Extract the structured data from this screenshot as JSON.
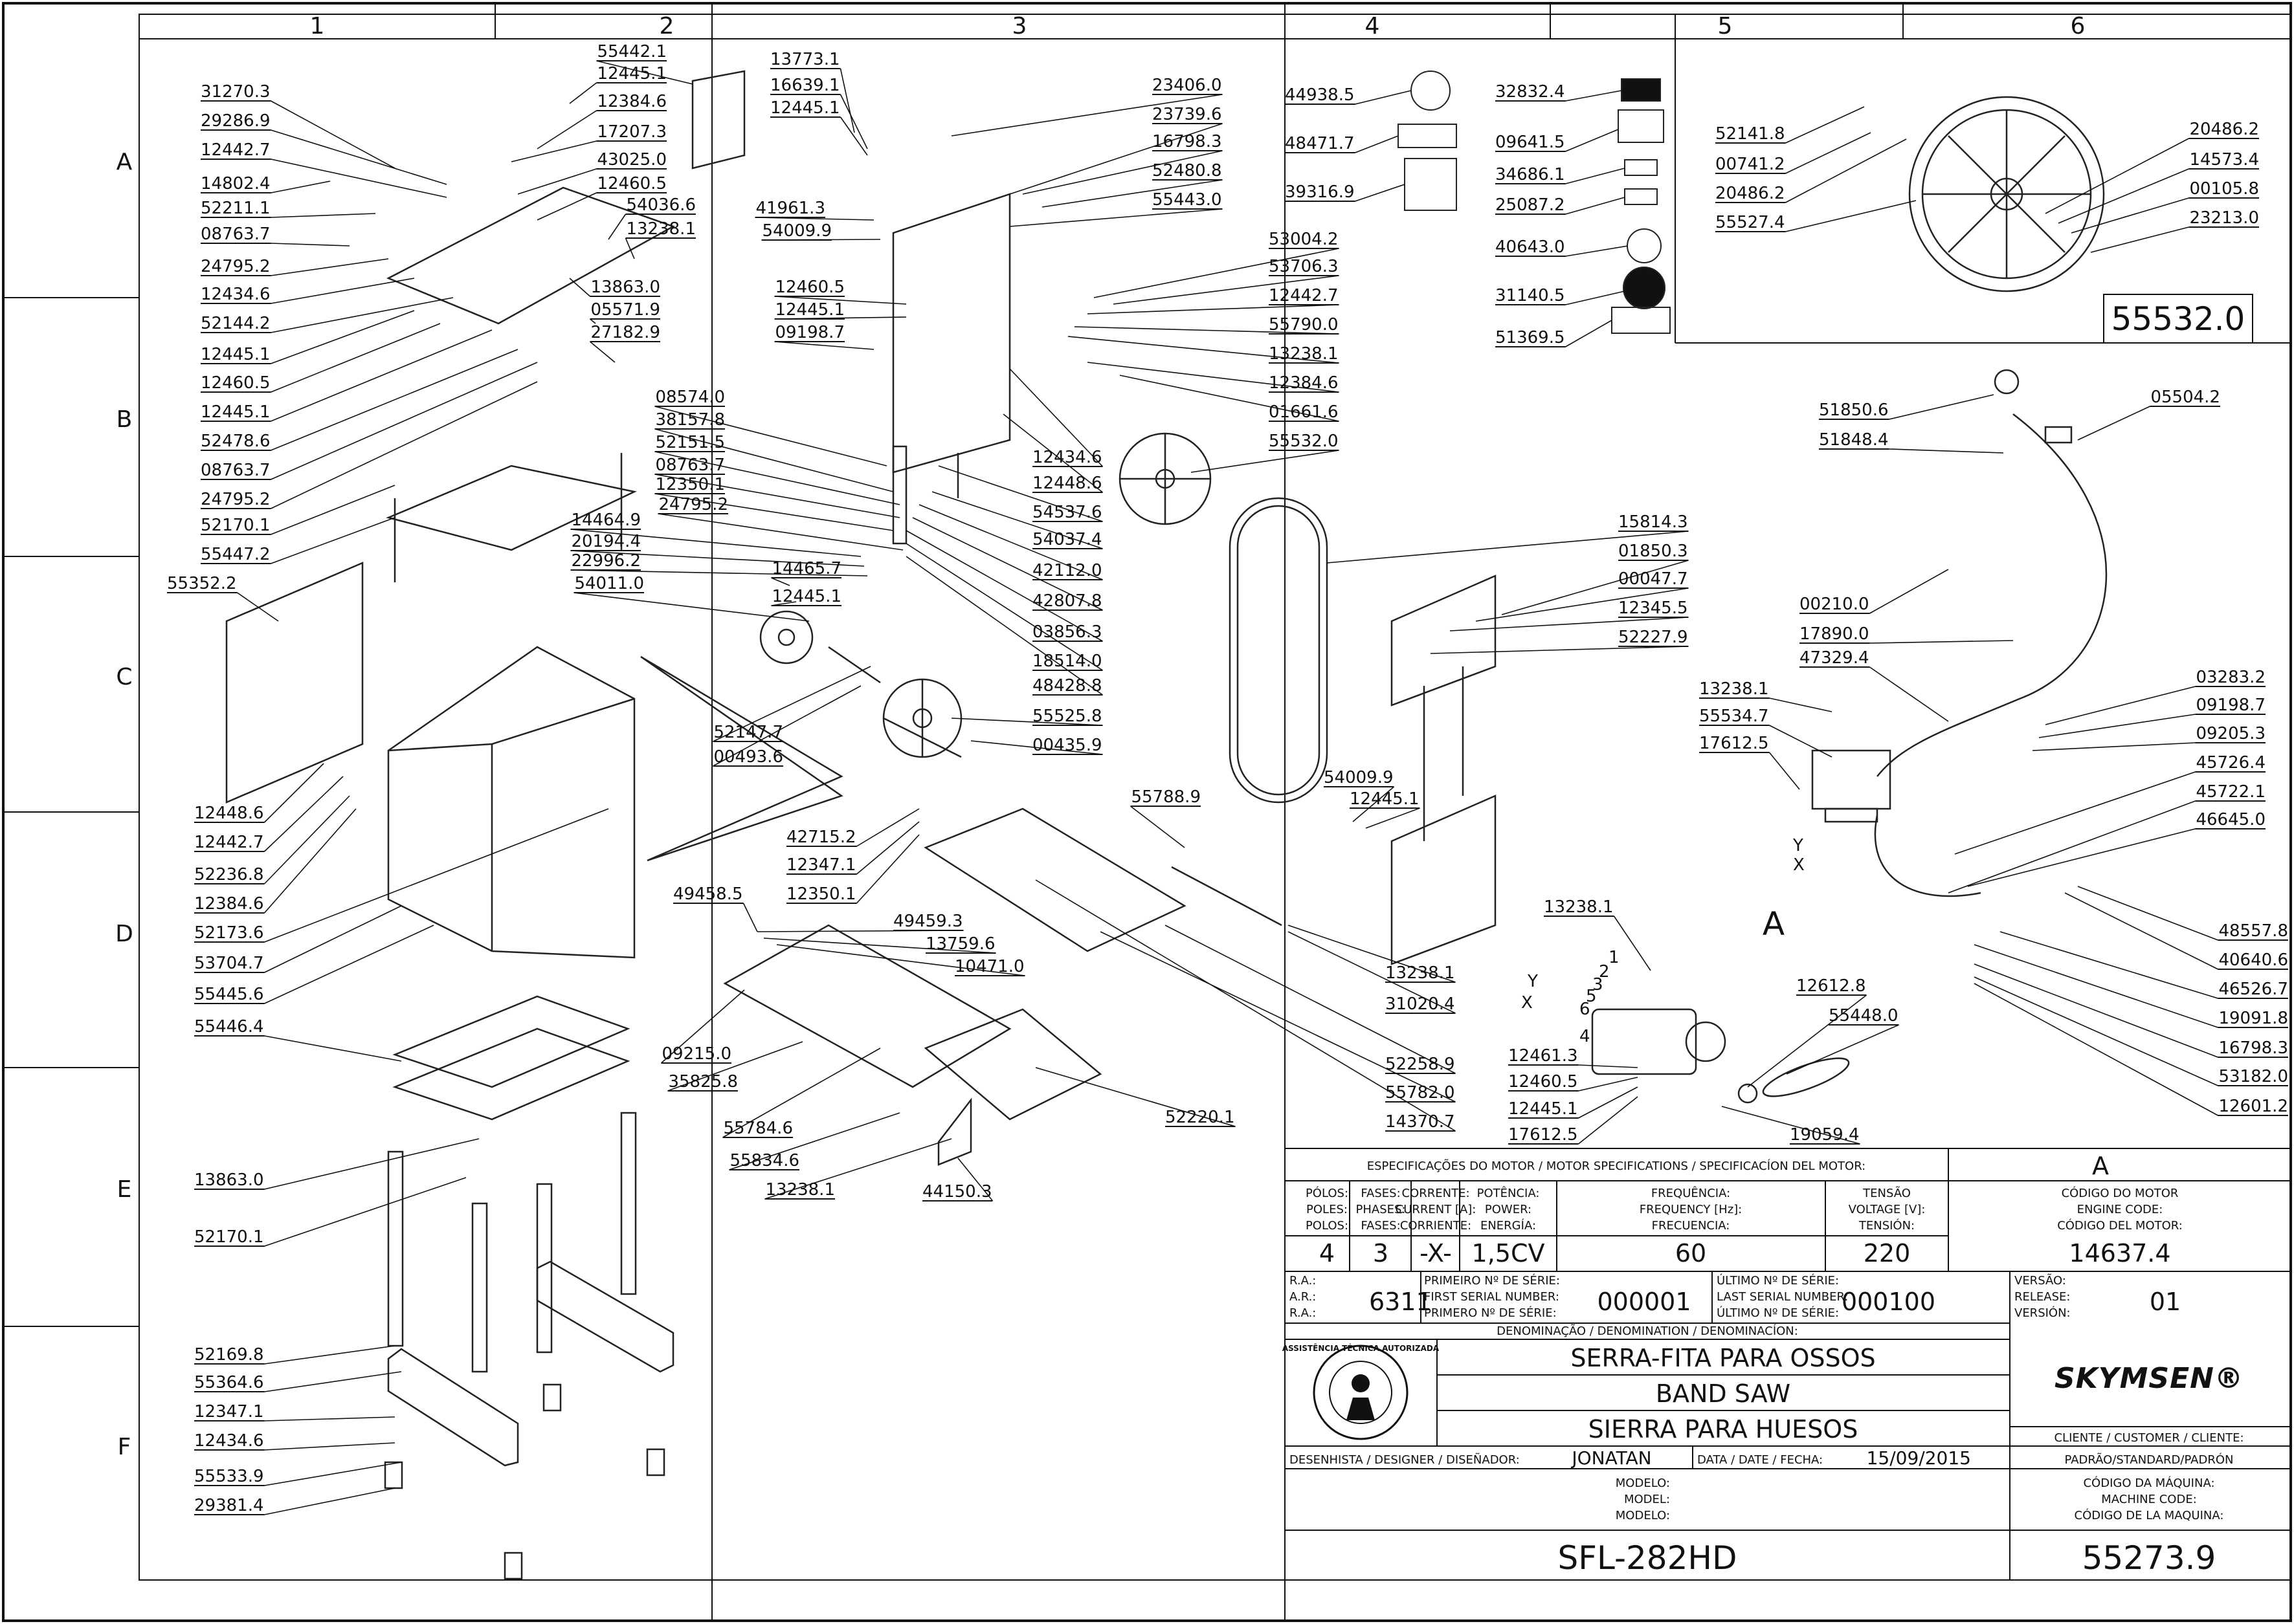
{
  "grid": {
    "columns": [
      "1",
      "2",
      "3",
      "4",
      "5",
      "6"
    ],
    "rows": [
      "A",
      "B",
      "C",
      "D",
      "E",
      "F"
    ]
  },
  "callouts_left": [
    "31270.3",
    "29286.9",
    "12442.7",
    "14802.4",
    "52211.1",
    "08763.7",
    "24795.2",
    "12434.6",
    "52144.2",
    "12445.1",
    "12460.5",
    "12445.1",
    "52478.6",
    "08763.7",
    "24795.2",
    "52170.1",
    "55447.2",
    "55352.2",
    "12448.6",
    "12442.7",
    "52236.8",
    "12384.6",
    "52173.6",
    "53704.7",
    "55445.6",
    "55446.4",
    "13863.0",
    "52170.1",
    "52169.8",
    "55364.6",
    "12347.1",
    "12434.6",
    "55533.9",
    "29381.4"
  ],
  "callouts_top": [
    "55442.1",
    "12445.1",
    "12384.6",
    "17207.3",
    "43025.0",
    "12460.5",
    "54036.6",
    "13238.1",
    "13863.0",
    "05571.9",
    "27182.9",
    "08574.0",
    "38157.8",
    "52151.5",
    "08763.7",
    "12350.1",
    "24795.2",
    "14464.9",
    "20194.4",
    "22996.2",
    "54011.0",
    "14465.7",
    "12445.1"
  ],
  "callouts_col3": [
    "13773.1",
    "16639.1",
    "12445.1",
    "41961.3",
    "54009.9",
    "12460.5",
    "12445.1",
    "09198.7",
    "23406.0",
    "23739.6",
    "16798.3",
    "52480.8",
    "55443.0",
    "53004.2",
    "53706.3",
    "12442.7",
    "55790.0",
    "13238.1",
    "12384.6",
    "01661.6",
    "55532.0",
    "12434.6",
    "12448.6",
    "54537.6",
    "54037.4",
    "42112.0",
    "42807.8",
    "03856.3",
    "18514.0",
    "48428.8",
    "55525.8",
    "00435.9",
    "52147.7",
    "00493.6"
  ],
  "callouts_lower": [
    "42715.2",
    "12347.1",
    "12350.1",
    "49458.5",
    "49459.3",
    "13759.6",
    "10471.0",
    "09215.0",
    "35825.8",
    "55784.6",
    "55834.6",
    "13238.1",
    "44150.3",
    "55788.9",
    "54009.9",
    "12445.1",
    "13238.1",
    "31020.4",
    "52258.9",
    "55782.0",
    "14370.7",
    "52220.1",
    "15814.3",
    "01850.3",
    "00047.7",
    "12345.5",
    "52227.9"
  ],
  "labels_col4": [
    "44938.5",
    "48471.7",
    "39316.9"
  ],
  "labels_col5": [
    "32832.4",
    "09641.5",
    "34686.1",
    "25087.2",
    "40643.0",
    "31140.5",
    "51369.5"
  ],
  "inset": {
    "callouts": [
      "52141.8",
      "00741.2",
      "20486.2",
      "55527.4",
      "20486.2",
      "14573.4",
      "00105.8",
      "23213.0"
    ],
    "code": "55532.0"
  },
  "electrical": {
    "callouts": [
      "51850.6",
      "51848.4",
      "05504.2",
      "00210.0",
      "17890.0",
      "47329.4",
      "13238.1",
      "55534.7",
      "17612.5",
      "03283.2",
      "09198.7",
      "09205.3",
      "45726.4",
      "45722.1",
      "46645.0",
      "48557.8",
      "40640.6",
      "46526.7",
      "19091.8",
      "16798.3",
      "53182.0",
      "12601.2"
    ],
    "wires": [
      "Y",
      "X"
    ]
  },
  "motor": {
    "callouts": [
      "13238.1",
      "12461.3",
      "12460.5",
      "12445.1",
      "17612.5",
      "12612.8",
      "55448.0",
      "19059.4"
    ],
    "detail": "A",
    "wires": [
      "Y",
      "X",
      "1",
      "2",
      "3",
      "4",
      "5",
      "6"
    ]
  },
  "motor_specs": {
    "header": "ESPECIFICAÇÕES DO MOTOR / MOTOR SPECIFICATIONS / SPECIFICACÍON DEL MOTOR:",
    "detail_ref": "A",
    "columns": [
      {
        "label": [
          "PÓLOS:",
          "POLES:",
          "POLOS:"
        ],
        "value": "4"
      },
      {
        "label": [
          "FASES:",
          "PHASES:",
          "FASES:"
        ],
        "value": "3"
      },
      {
        "label": [
          "CORRENTE:",
          "CURRENT [A]:",
          "CORRIENTE:"
        ],
        "value": "-X-"
      },
      {
        "label": [
          "POTÊNCIA:",
          "POWER:",
          "ENERGÍA:"
        ],
        "value": "1,5CV"
      },
      {
        "label": [
          "FREQUÊNCIA:",
          "FREQUENCY [Hz]:",
          "FRECUENCIA:"
        ],
        "value": "60"
      },
      {
        "label": [
          "TENSÃO",
          "VOLTAGE [V]:",
          "TENSIÓN:"
        ],
        "value": "220"
      }
    ],
    "engine_code_label": [
      "CÓDIGO DO MOTOR",
      "ENGINE CODE:",
      "CÓDIGO DEL MOTOR:"
    ],
    "engine_code": "14637.4"
  },
  "title_block": {
    "ra_label": [
      "R.A.:",
      "A.R.:",
      "R.A.:"
    ],
    "ra": "6311",
    "first_serial_label": [
      "PRIMEIRO Nº DE SÉRIE:",
      "FIRST SERIAL NUMBER:",
      "PRIMERO Nº DE SÉRIE:"
    ],
    "first_serial": "000001",
    "last_serial_label": [
      "ÚLTIMO Nº DE SÉRIE:",
      "LAST SERIAL NUMBER:",
      "ÚLTIMO Nº DE SÉRIE:"
    ],
    "last_serial": "000100",
    "version_label": [
      "VERSÃO:",
      "RELEASE:",
      "VERSIÓN:"
    ],
    "version": "01",
    "denomination_label": "DENOMINAÇÃO / DENOMINATION / DENOMINACÍON:",
    "names": [
      "SERRA-FITA PARA OSSOS",
      "BAND SAW",
      "SIERRA PARA HUESOS"
    ],
    "brand": "SKYMSEN®",
    "stamp_text": "ASSISTÊNCIA TÉCNICA AUTORIZADA",
    "customer_label": "CLIENTE / CUSTOMER / CLIENTE:",
    "customer": "PADRÃO/STANDARD/PADRÓN",
    "designer_label": "DESENHISTA / DESIGNER / DISEÑADOR:",
    "designer": "JONATAN",
    "date_label": "DATA / DATE / FECHA:",
    "date": "15/09/2015",
    "model_label": [
      "MODELO:",
      "MODEL:",
      "MODELO:"
    ],
    "model": "SFL-282HD",
    "machine_code_label": [
      "CÓDIGO DA MÁQUINA:",
      "MACHINE CODE:",
      "CÓDIGO DE LA MAQUINA:"
    ],
    "machine_code": "55273.9"
  },
  "colors": {
    "ink": "#111111",
    "paper": "#ffffff",
    "label_box": "#000000"
  }
}
